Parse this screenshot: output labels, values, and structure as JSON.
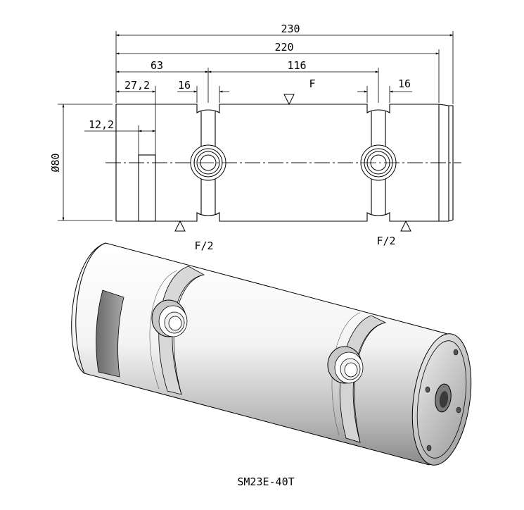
{
  "dimensions": {
    "overall_length": "230",
    "body_length": "220",
    "first_groove_position": "63",
    "groove_spacing": "116",
    "slot_position": "27,2",
    "left_groove_width": "16",
    "right_groove_width": "16",
    "slot_width": "12,2",
    "diameter": "Ø80"
  },
  "loads": {
    "applied_load": "F",
    "left_support": "F/2",
    "right_support": "F/2"
  },
  "caption": "SM23E-40T"
}
